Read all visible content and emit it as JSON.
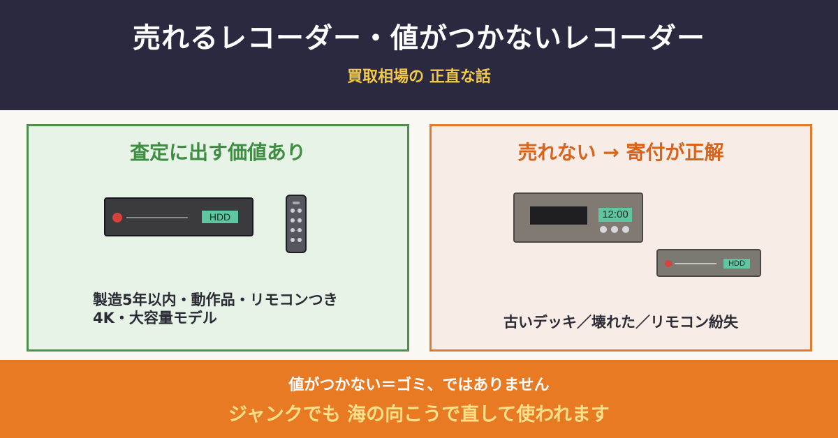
{
  "header": {
    "title": "売れるレコーダー・値がつかないレコーダー",
    "subtitle": "買取相場の 正直な話"
  },
  "left_panel": {
    "title": "査定に出す価値あり",
    "device_label": "HDD",
    "desc_lines": [
      "製造5年以内・動作品・リモコンつき",
      "4K・大容量モデル"
    ]
  },
  "right_panel": {
    "title": "売れない → 寄付が正解",
    "clock_text": "12:00",
    "device_label": "HDD",
    "desc": "古いデッキ／壊れた／リモコン紛失"
  },
  "footer": {
    "line1": "値がつかない＝ゴミ、ではありません",
    "line2": "ジャンクでも 海の向こうで直して使われます"
  },
  "colors": {
    "header_bg": "#2a2940",
    "accent_yellow": "#f2c94c",
    "good_green": "#3f8d43",
    "bad_orange": "#d8631b",
    "footer_bg": "#e97a24"
  },
  "icons": [
    "hdd-recorder-icon",
    "remote-control-icon",
    "vcr-deck-icon",
    "small-hdd-recorder-icon"
  ]
}
